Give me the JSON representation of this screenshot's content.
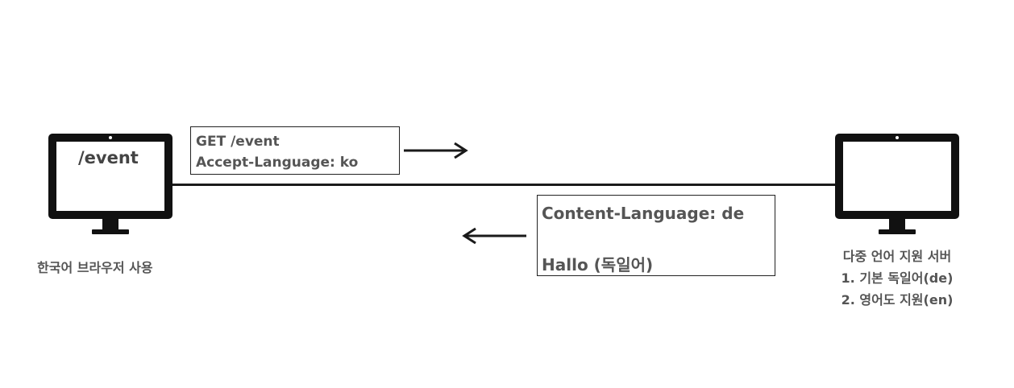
{
  "client": {
    "screen_text": "/event",
    "caption": "한국어 브라우저 사용"
  },
  "request": {
    "line1": "GET /event",
    "line2": "Accept-Language: ko"
  },
  "response": {
    "line1": "Content-Language: de",
    "line2": "Hallo (독일어)"
  },
  "server": {
    "caption_lines": [
      "다중 언어 지원 서버",
      "1. 기본 독일어(de)",
      "2. 영어도 지원(en)"
    ]
  },
  "icons": {
    "client": "monitor-icon",
    "server": "monitor-icon",
    "request_arrow": "arrow-right-icon",
    "response_arrow": "arrow-left-icon"
  },
  "colors": {
    "line": "#1a1a1a",
    "text": "#555555",
    "monitor": "#111111"
  }
}
